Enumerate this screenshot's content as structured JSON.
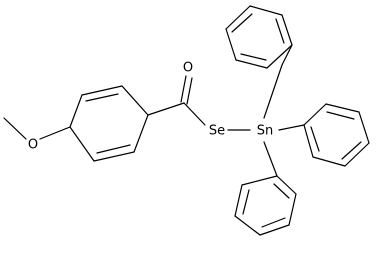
{
  "molecule": {
    "atoms": {
      "oxygen_methoxy": "O",
      "oxygen_carbonyl": "O",
      "selenium": "Se",
      "tin": "Sn"
    }
  }
}
